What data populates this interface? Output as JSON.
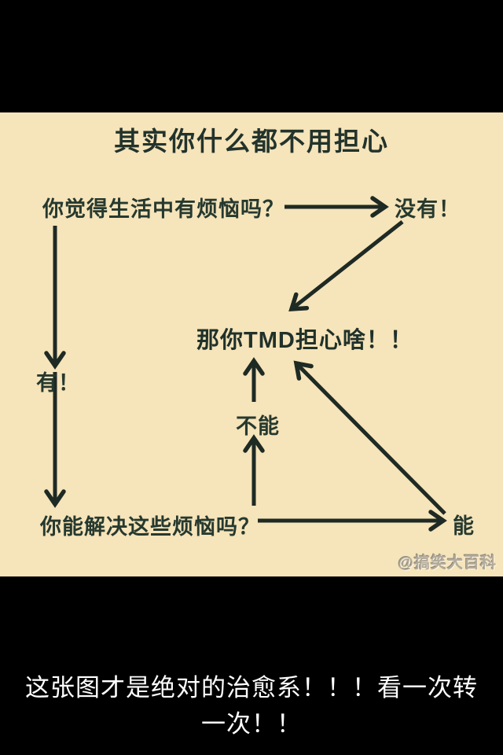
{
  "meme": {
    "title": "其实你什么都不用担心",
    "question1": "你觉得生活中有烦恼吗？",
    "answer1_no": "没有！",
    "answer1_yes": "有！",
    "conclusion": "那你TMD担心啥！！",
    "question2": "你能解决这些烦恼吗？",
    "answer2_no": "不能",
    "answer2_yes": "能",
    "watermark": "@搞笑大百科"
  },
  "caption": {
    "full": "这张图才是绝对的治愈系！！！看一次转一次！！",
    "line1": "这张图才是绝对的治愈系！！！看一次转",
    "line2": "一次！！"
  },
  "colors": {
    "page_background": "#000000",
    "meme_background": "#f6e4ba",
    "ink": "#26392f",
    "arrow": "#1e2a24",
    "caption_text": "#ffffff",
    "watermark_text": "#b3ab9b"
  }
}
